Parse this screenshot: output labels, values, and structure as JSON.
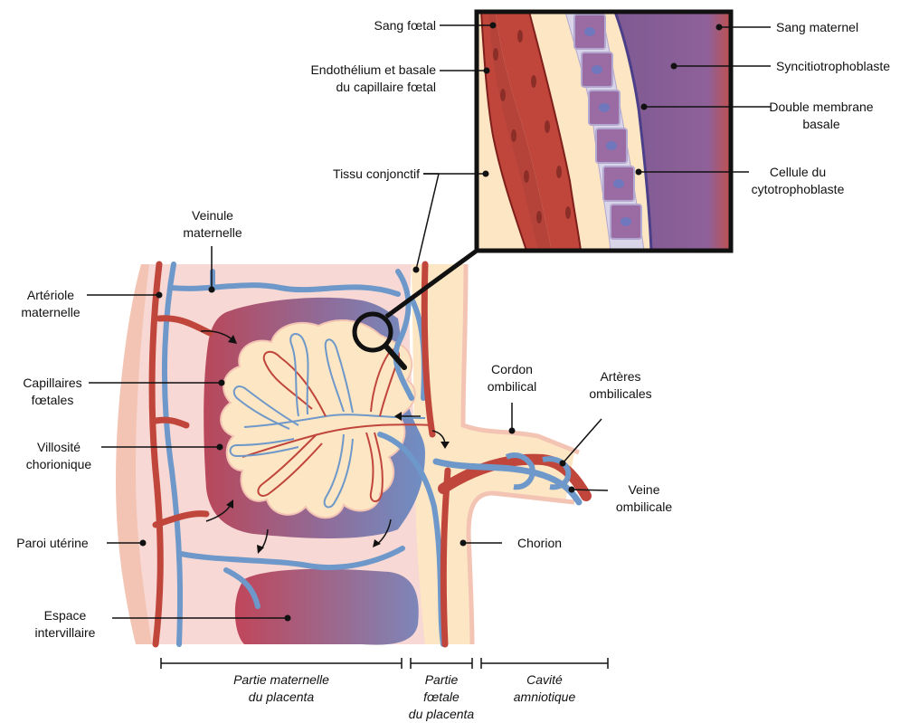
{
  "labels": {
    "sang_foetal": "Sang fœtal",
    "endothelium_1": "Endothélium et basale",
    "endothelium_2": "du capillaire fœtal",
    "tissu_conjonctif": "Tissu conjonctif",
    "sang_maternel": "Sang maternel",
    "syncitio": "Syncitiotrophoblaste",
    "double_membrane_1": "Double membrane",
    "double_membrane_2": "basale",
    "cellule_cyto_1": "Cellule du",
    "cellule_cyto_2": "cytotrophoblaste",
    "veinule_1": "Veinule",
    "veinule_2": "maternelle",
    "arteriole_1": "Artériole",
    "arteriole_2": "maternelle",
    "capillaires_1": "Capillaires",
    "capillaires_2": "fœtales",
    "villosite_1": "Villosité",
    "villosite_2": "chorionique",
    "paroi": "Paroi utérine",
    "espace_1": "Espace",
    "espace_2": "intervillaire",
    "cordon_1": "Cordon",
    "cordon_2": "ombilical",
    "arteres_1": "Artères",
    "arteres_2": "ombilicales",
    "veine_1": "Veine",
    "veine_2": "ombilicale",
    "chorion": "Chorion"
  },
  "regions": {
    "maternelle_1": "Partie maternelle",
    "maternelle_2": "du placenta",
    "foetale_1": "Partie",
    "foetale_2": "fœtale",
    "foetale_3": "du placenta",
    "cavite_1": "Cavité",
    "cavite_2": "amniotique"
  },
  "colors": {
    "artery": "#c0463c",
    "vein": "#6e98c9",
    "wall": "#f3c4b3",
    "stroma": "#fde6c4",
    "maternal_space": "#f7d8d4",
    "syncitio": "#8c5d95",
    "cyto": "#9b6ba3"
  }
}
